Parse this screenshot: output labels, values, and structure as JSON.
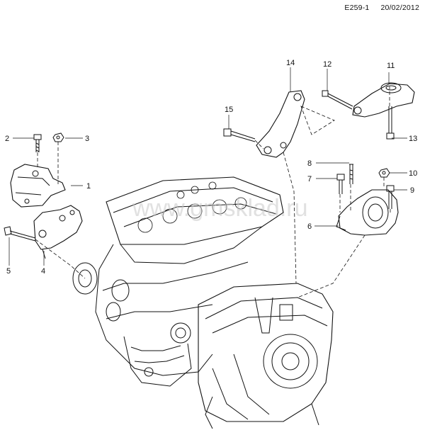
{
  "header": {
    "doc_code": "E259-1",
    "date": "20/02/2012"
  },
  "watermark": "www.gmsklad.ru",
  "callouts": [
    {
      "id": "c1",
      "label": "1"
    },
    {
      "id": "c2",
      "label": "2"
    },
    {
      "id": "c3",
      "label": "3"
    },
    {
      "id": "c4",
      "label": "4"
    },
    {
      "id": "c5",
      "label": "5"
    },
    {
      "id": "c6",
      "label": "6"
    },
    {
      "id": "c7",
      "label": "7"
    },
    {
      "id": "c8",
      "label": "8"
    },
    {
      "id": "c9",
      "label": "9"
    },
    {
      "id": "c10",
      "label": "10"
    },
    {
      "id": "c11",
      "label": "11"
    },
    {
      "id": "c12",
      "label": "12"
    },
    {
      "id": "c13",
      "label": "13"
    },
    {
      "id": "c14",
      "label": "14"
    },
    {
      "id": "c15",
      "label": "15"
    }
  ]
}
